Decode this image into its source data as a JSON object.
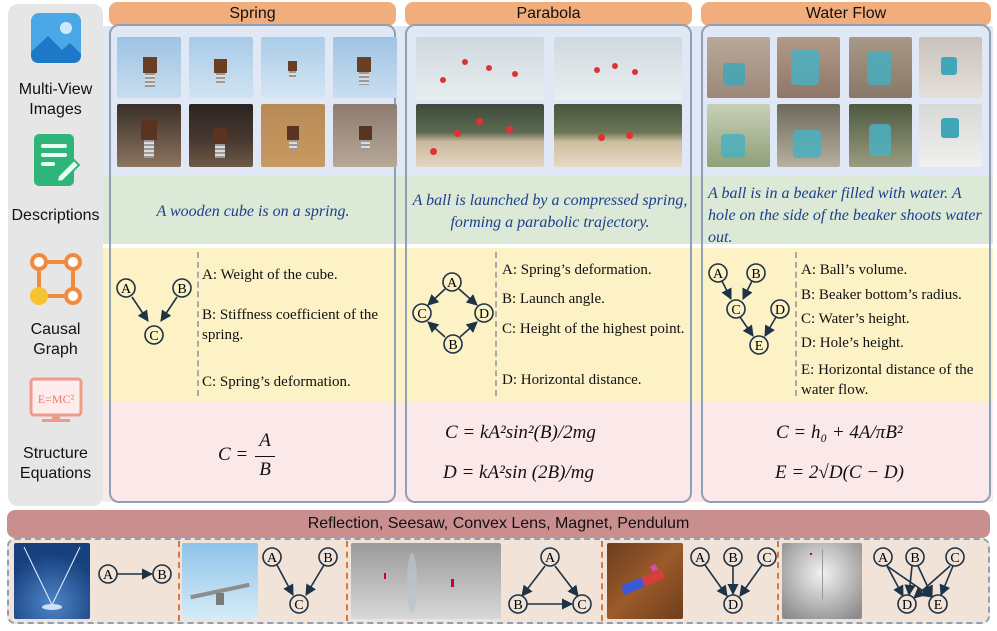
{
  "sidebar": {
    "items": [
      {
        "label_line1": "Multi-View",
        "label_line2": "Images",
        "icon": "image-icon"
      },
      {
        "label_line1": "Descriptions",
        "label_line2": "",
        "icon": "document-edit-icon"
      },
      {
        "label_line1": "Causal",
        "label_line2": "Graph",
        "icon": "graph-icon"
      },
      {
        "label_line1": "Structure",
        "label_line2": "Equations",
        "icon": "formula-icon",
        "icon_text": "E=MC²"
      }
    ]
  },
  "columns": [
    {
      "title": "Spring",
      "description": "A wooden cube is on a spring.",
      "nodes": [
        "A",
        "B",
        "C"
      ],
      "variables": [
        "A: Weight of the cube.",
        "B: Stiffness coefficient of the spring.",
        "C: Spring’s deformation."
      ],
      "equations": {
        "lhs": "C =",
        "numerator": "A",
        "denominator": "B"
      }
    },
    {
      "title": "Parabola",
      "description": "A ball is launched by a compressed spring, forming a parabolic trajectory.",
      "nodes": [
        "A",
        "C",
        "D",
        "B"
      ],
      "variables": [
        "A: Spring’s deformation.",
        "B: Launch angle.",
        "C: Height of the highest point.",
        "D: Horizontal distance."
      ],
      "equations": [
        "C = kA²sin²(B)/2mg",
        "D = kA²sin (2B)/mg"
      ]
    },
    {
      "title": "Water Flow",
      "description": "A ball is in a beaker filled with water. A hole on the side of the beaker shoots water out.",
      "nodes": [
        "A",
        "B",
        "C",
        "D",
        "E"
      ],
      "variables": [
        "A: Ball’s volume.",
        "B: Beaker bottom’s radius.",
        "C: Water’s height.",
        "D: Hole’s height.",
        "E: Horizontal distance of the water flow."
      ],
      "equations": [
        "C = h₀ + 4A/πB²",
        "E = 2√D(C − D)"
      ]
    }
  ],
  "bottom": {
    "title": "Reflection, Seesaw, Convex Lens, Magnet, Pendulum",
    "scenes": [
      "Reflection",
      "Seesaw",
      "Convex Lens",
      "Magnet",
      "Pendulum"
    ],
    "graphs": [
      {
        "nodes": [
          "A",
          "B"
        ]
      },
      {
        "nodes": [
          "A",
          "B",
          "C"
        ]
      },
      {
        "nodes": [
          "A",
          "B",
          "C"
        ]
      },
      {
        "nodes": [
          "A",
          "B",
          "C",
          "D"
        ]
      },
      {
        "nodes": [
          "A",
          "B",
          "C",
          "D",
          "E"
        ]
      }
    ]
  },
  "colors": {
    "header": "#f1ad7c",
    "images_band": "#dfe8f4",
    "descriptions_band": "#dbe9d6",
    "graph_band": "#fdf1c6",
    "equations_band": "#fbe8e8",
    "description_text": "#1d3f8f",
    "node_stroke": "#1f3346",
    "bottom_title": "#c98f8f",
    "bottom_box": "#f2e3d8"
  }
}
